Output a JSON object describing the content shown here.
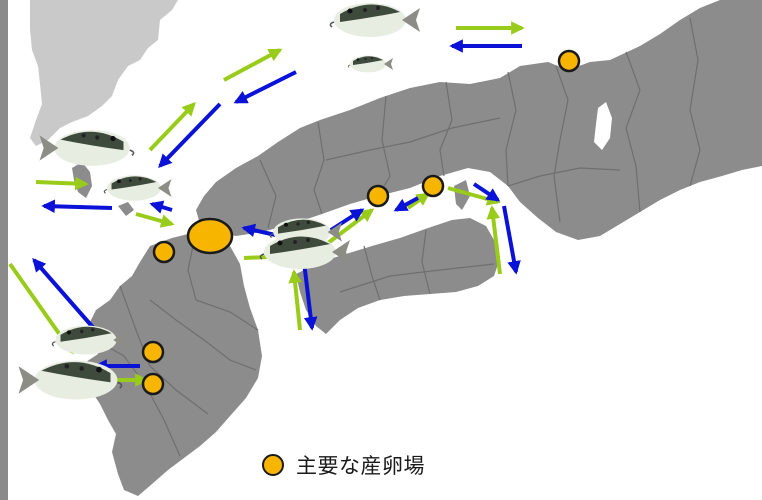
{
  "legend": {
    "label": "主要な産卵場",
    "marker_color": "#f7b500"
  },
  "colors": {
    "sea": "#ffffff",
    "land": "#8c8c8c",
    "korea": "#c9c9c9",
    "border": "#6f6f6f",
    "left_frame": "#8a8a8a",
    "arrow_green": "#99cc1a",
    "arrow_blue": "#0a12d8",
    "spawning_marker": "#f7b500"
  },
  "icons": {
    "fish": "pufferfish-icon",
    "spawning": "spawning-ground-marker",
    "migration_in": "green-arrow",
    "migration_out": "blue-arrow"
  }
}
